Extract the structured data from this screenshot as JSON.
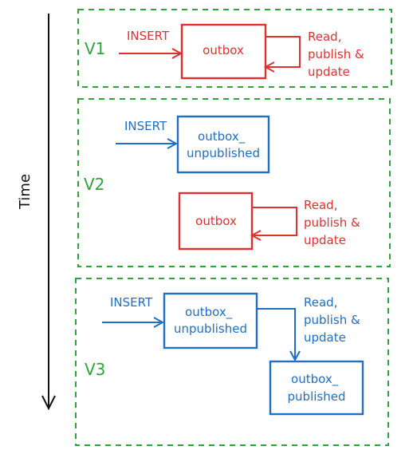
{
  "axis": {
    "label": "Time"
  },
  "colors": {
    "red": "#e03131",
    "blue": "#1f6fc2",
    "green": "#2fa43a",
    "black": "#111111"
  },
  "versions": [
    {
      "label": "V1",
      "insert_label": "INSERT",
      "box": "outbox",
      "action_lines": [
        "Read,",
        "publish &",
        "update"
      ]
    },
    {
      "label": "V2",
      "insert_label": "INSERT",
      "box_unpublished_lines": [
        "outbox_",
        "unpublished"
      ],
      "box": "outbox",
      "action_lines": [
        "Read,",
        "publish &",
        "update"
      ]
    },
    {
      "label": "V3",
      "insert_label": "INSERT",
      "box_unpublished_lines": [
        "outbox_",
        "unpublished"
      ],
      "box_published_lines": [
        "outbox_",
        "published"
      ],
      "action_lines": [
        "Read,",
        "publish &",
        "update"
      ]
    }
  ]
}
